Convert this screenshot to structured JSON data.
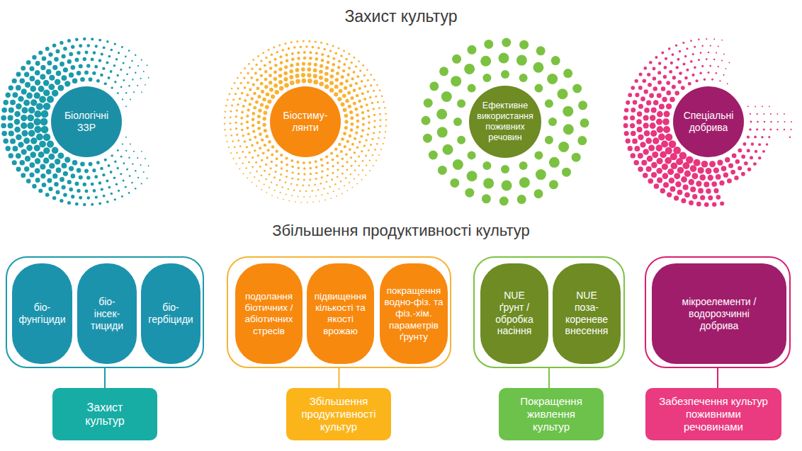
{
  "diagram": {
    "title": "Захист культур",
    "nodes": [
      {
        "text": [
          "Біологічні ЗЗР"
        ]
      },
      {
        "text": [
          "Біостиму- лянти"
        ]
      },
      {
        "text": [
          "Ефективне використання поживних речовин"
        ]
      },
      {
        "text": [
          "Спеціальні добрива"
        ]
      },
      {
        "text": []
      },
      {
        "text": [
          "біо- фунгіциди"
        ],
        "in": 4
      },
      {
        "text": [
          "біо- інсек- тициди"
        ],
        "in": 4
      },
      {
        "text": [
          "біо- гербіциди"
        ],
        "in": 4
      },
      {
        "text": []
      },
      {
        "text": [
          "подолання біотичних / абіотичних стресів"
        ],
        "in": 8
      },
      {
        "text": [
          "підвищення кількості та якості врожаю"
        ],
        "in": 8
      },
      {
        "text": [
          "покращення водно-фіз. та фіз.-хім. параметрів ґрунту"
        ],
        "in": 8
      },
      {
        "text": []
      },
      {
        "text": [
          "NUE ґрунт / обробка насіння"
        ],
        "in": 12
      },
      {
        "text": [
          "NUE поза- кореневе внесення"
        ],
        "in": 12
      },
      {
        "text": []
      },
      {
        "text": [
          "мікроелементи / водорозчинні добрива"
        ],
        "in": 15
      },
      {
        "text": [
          "Захист культур"
        ]
      },
      {
        "text": [
          "Збільшення продуктивності культур"
        ]
      },
      {
        "text": [
          "Покращення живлення культур"
        ]
      },
      {
        "text": [
          "Забезпечення культур поживними речовинами"
        ]
      }
    ],
    "edges": [
      {
        "from": 4,
        "to": 17,
        "arrow": "none"
      },
      {
        "from": 8,
        "to": 18,
        "arrow": "none"
      },
      {
        "from": 12,
        "to": 19,
        "arrow": "none"
      },
      {
        "from": 15,
        "to": 20,
        "arrow": "none"
      }
    ],
    "labels": [
      "Збільшення продуктивності культур"
    ]
  }
}
